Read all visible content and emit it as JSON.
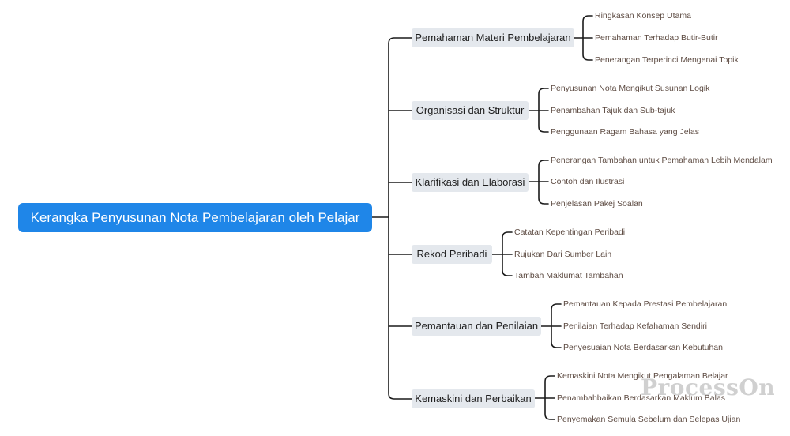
{
  "root": {
    "label": "Kerangka Penyusunan Nota Pembelajaran oleh Pelajar"
  },
  "branches": [
    {
      "label": "Pemahaman Materi Pembelajaran",
      "leaves": [
        "Ringkasan Konsep Utama",
        "Pemahaman Terhadap Butir-Butir",
        "Penerangan Terperinci Mengenai Topik"
      ]
    },
    {
      "label": "Organisasi dan Struktur",
      "leaves": [
        "Penyusunan Nota Mengikut Susunan Logik",
        "Penambahan Tajuk dan Sub-tajuk",
        "Penggunaan Ragam Bahasa yang Jelas"
      ]
    },
    {
      "label": "Klarifikasi dan Elaborasi",
      "leaves": [
        "Penerangan Tambahan untuk Pemahaman Lebih Mendalam",
        "Contoh dan Ilustrasi",
        "Penjelasan Pakej Soalan"
      ]
    },
    {
      "label": "Rekod Peribadi",
      "leaves": [
        "Catatan Kepentingan Peribadi",
        "Rujukan Dari Sumber Lain",
        "Tambah Maklumat Tambahan"
      ]
    },
    {
      "label": "Pemantauan dan Penilaian",
      "leaves": [
        "Pemantauan Kepada Prestasi Pembelajaran",
        "Penilaian Terhadap Kefahaman Sendiri",
        "Penyesuaian Nota Berdasarkan Kebutuhan"
      ]
    },
    {
      "label": "Kemaskini dan Perbaikan",
      "leaves": [
        "Kemaskini Nota Mengikut Pengalaman Belajar",
        "Penambahbaikan Berdasarkan Maklum Balas",
        "Penyemakan Semula Sebelum dan Selepas Ujian"
      ]
    }
  ],
  "watermark": "ProcessOn",
  "colors": {
    "root_bg": "#1f86e8",
    "branch_bg": "#e4e8ed",
    "line": "#1a1a1a",
    "leaf_text": "#5d4b42"
  }
}
